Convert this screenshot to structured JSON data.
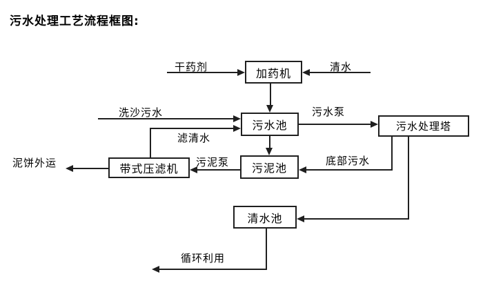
{
  "title": "污水处理工艺流程框图:",
  "diagram": {
    "type": "flowchart",
    "nodes": {
      "dosing_machine": "加药机",
      "sewage_pool": "污水池",
      "sewage_treatment_tower": "污水处理塔",
      "sludge_pool": "污泥池",
      "belt_filter_press": "带式压滤机",
      "clean_water_pool": "清水池"
    },
    "flow_labels": {
      "dry_agent": "干药剂",
      "clean_water": "清水",
      "sand_washing_sewage": "洗沙污水",
      "filtered_water": "滤清水",
      "sewage_pump": "污水泵",
      "bottom_sewage": "底部污水",
      "sludge_pump": "污泥泵",
      "mud_cake_out": "泥饼外运",
      "recycling": "循环利用"
    },
    "edges": [
      {
        "from": "干药剂",
        "to": "加药机",
        "label": ""
      },
      {
        "from": "清水",
        "to": "加药机",
        "label": ""
      },
      {
        "from": "加药机",
        "to": "污水池",
        "label": ""
      },
      {
        "from": "洗沙污水",
        "to": "污水池",
        "label": ""
      },
      {
        "from": "带式压滤机",
        "to": "污水池",
        "label": "滤清水"
      },
      {
        "from": "污水池",
        "to": "污水处理塔",
        "label": "污水泵"
      },
      {
        "from": "污水池",
        "to": "污泥池",
        "label": ""
      },
      {
        "from": "污水处理塔",
        "to": "污泥池",
        "label": "底部污水"
      },
      {
        "from": "污泥池",
        "to": "带式压滤机",
        "label": "污泥泵"
      },
      {
        "from": "带式压滤机",
        "to": "泥饼外运",
        "label": ""
      },
      {
        "from": "污水处理塔",
        "to": "清水池",
        "label": ""
      },
      {
        "from": "清水池",
        "to": "循环利用",
        "label": ""
      }
    ]
  },
  "colors": {
    "line": "#1f1f1f",
    "text": "#000000",
    "background": "#ffffff"
  }
}
